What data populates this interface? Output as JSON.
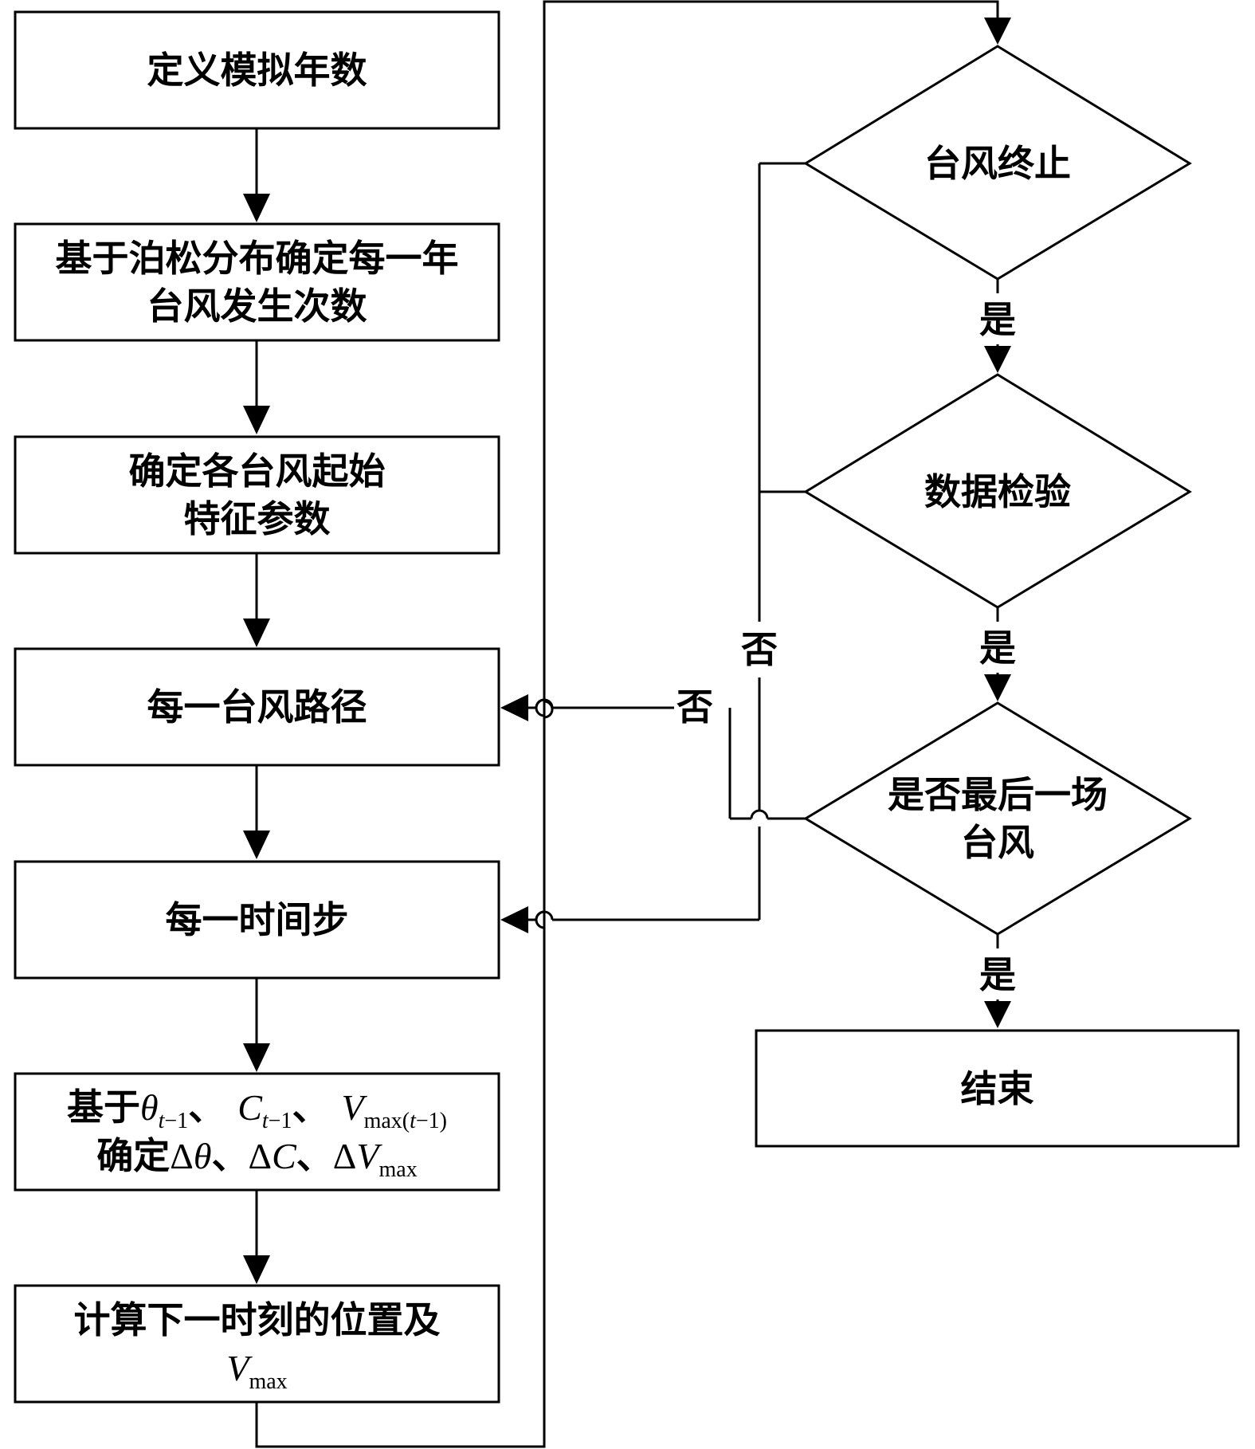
{
  "boxes": {
    "define_years": {
      "line1": "定义模拟年数"
    },
    "poisson": {
      "line1": "基于泊松分布确定每一年",
      "line2": "台风发生次数"
    },
    "initial_params": {
      "line1": "确定各台风起始",
      "line2": "特征参数"
    },
    "each_track": {
      "line1": "每一台风路径"
    },
    "each_step": {
      "line1": "每一时间步"
    },
    "increments": {
      "l1_prefix": "基于",
      "theta": "θ",
      "t1": "t",
      "minus1": "−1",
      "sep": "、",
      "C": "C",
      "V": "V",
      "vmax_sub": "max(",
      "vmax_sub_t": "t",
      "vmax_sub_end": "−1)",
      "l2_prefix": "确定",
      "delta": "Δ",
      "max": "max"
    },
    "next_position": {
      "line1": "计算下一时刻的位置及",
      "V": "V",
      "max": "max"
    },
    "end": {
      "line1": "结束"
    }
  },
  "diamonds": {
    "terminate": {
      "line1": "台风终止"
    },
    "data_check": {
      "line1": "数据检验"
    },
    "last_typhoon": {
      "line1": "是否最后一场",
      "line2": "台风"
    }
  },
  "labels": {
    "yes_1": "是",
    "yes_2": "是",
    "yes_3": "是",
    "no_vertical": "否",
    "no_horizontal": "否"
  }
}
